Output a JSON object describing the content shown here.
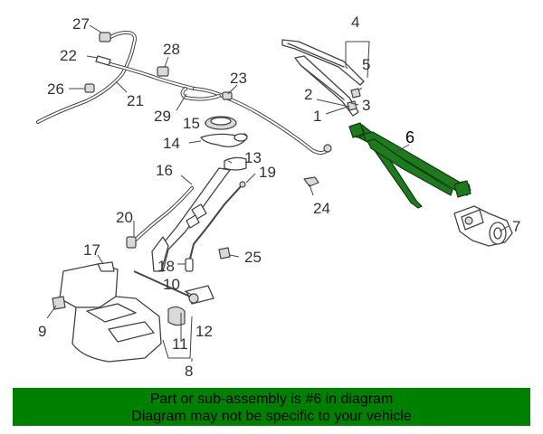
{
  "callouts": {
    "c1": "1",
    "c2": "2",
    "c3": "3",
    "c4": "4",
    "c5": "5",
    "c6": "6",
    "c7": "7",
    "c8": "8",
    "c9": "9",
    "c10": "10",
    "c11": "11",
    "c12": "12",
    "c13": "13",
    "c14": "14",
    "c15": "15",
    "c16": "16",
    "c17": "17",
    "c18": "18",
    "c19": "19",
    "c20": "20",
    "c21": "21",
    "c22": "22",
    "c23": "23",
    "c24": "24",
    "c25": "25",
    "c26": "26",
    "c27": "27",
    "c28": "28",
    "c29": "29"
  },
  "highlight_color": "#1f7a1f",
  "banner": {
    "color": "#008000",
    "line1": "Part or sub-assembly is #6 in diagram",
    "line2": "Diagram may not be specific to your vehicle"
  }
}
